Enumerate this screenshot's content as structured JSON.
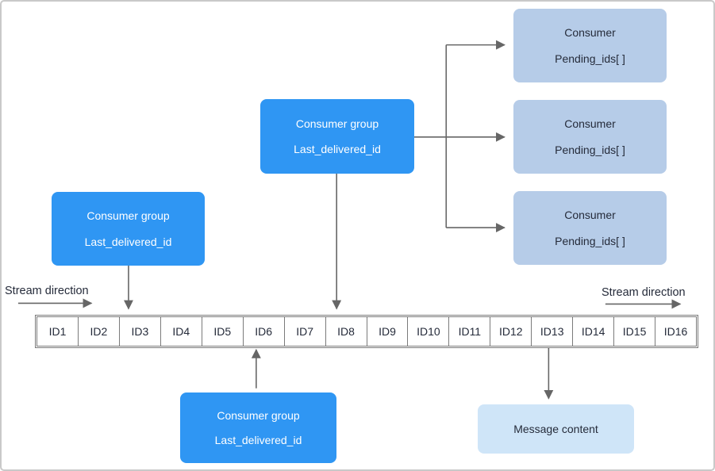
{
  "colors": {
    "group_blue": "#2f96f3",
    "consumer_blue": "#b6cce8",
    "message_blue": "#cfe5f8",
    "arrow_gray": "#666666",
    "text_dark": "#252b3a"
  },
  "consumer_groups": [
    {
      "title": "Consumer group",
      "field": "Last_delivered_id"
    },
    {
      "title": "Consumer group",
      "field": "Last_delivered_id"
    },
    {
      "title": "Consumer group",
      "field": "Last_delivered_id"
    }
  ],
  "consumers": [
    {
      "title": "Consumer",
      "field": "Pending_ids[ ]"
    },
    {
      "title": "Consumer",
      "field": "Pending_ids[ ]"
    },
    {
      "title": "Consumer",
      "field": "Pending_ids[ ]"
    }
  ],
  "stream": {
    "ids": [
      "ID1",
      "ID2",
      "ID3",
      "ID4",
      "ID5",
      "ID6",
      "ID7",
      "ID8",
      "ID9",
      "ID10",
      "ID11",
      "ID12",
      "ID13",
      "ID14",
      "ID15",
      "ID16"
    ],
    "direction_label_left": "Stream direction",
    "direction_label_right": "Stream direction"
  },
  "message_content_label": "Message content"
}
